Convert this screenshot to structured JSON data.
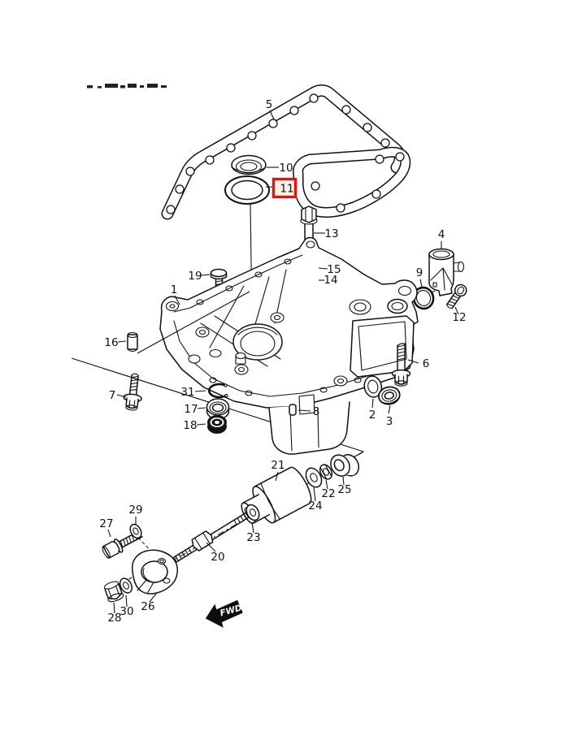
{
  "diagram": {
    "type": "exploded-parts-diagram",
    "subject": "Engine oil pan and engine mount assembly",
    "background_color": "#ffffff",
    "line_color": "#111111",
    "direction_arrow": {
      "label": "FWD"
    },
    "highlight": {
      "part_number": "11",
      "border_color": "#e8100c",
      "fill_color": "#f7f1e8"
    },
    "callouts": [
      {
        "number": "5"
      },
      {
        "number": "10"
      },
      {
        "number": "11"
      },
      {
        "number": "13"
      },
      {
        "number": "15"
      },
      {
        "number": "14"
      },
      {
        "number": "4"
      },
      {
        "number": "9"
      },
      {
        "number": "12"
      },
      {
        "number": "19"
      },
      {
        "number": "1"
      },
      {
        "number": "16"
      },
      {
        "number": "7"
      },
      {
        "number": "31"
      },
      {
        "number": "17"
      },
      {
        "number": "18"
      },
      {
        "number": "8"
      },
      {
        "number": "6"
      },
      {
        "number": "2"
      },
      {
        "number": "3"
      },
      {
        "number": "21"
      },
      {
        "number": "24"
      },
      {
        "number": "22"
      },
      {
        "number": "25"
      },
      {
        "number": "23"
      },
      {
        "number": "20"
      },
      {
        "number": "27"
      },
      {
        "number": "29"
      },
      {
        "number": "26"
      },
      {
        "number": "30"
      },
      {
        "number": "28"
      }
    ]
  }
}
